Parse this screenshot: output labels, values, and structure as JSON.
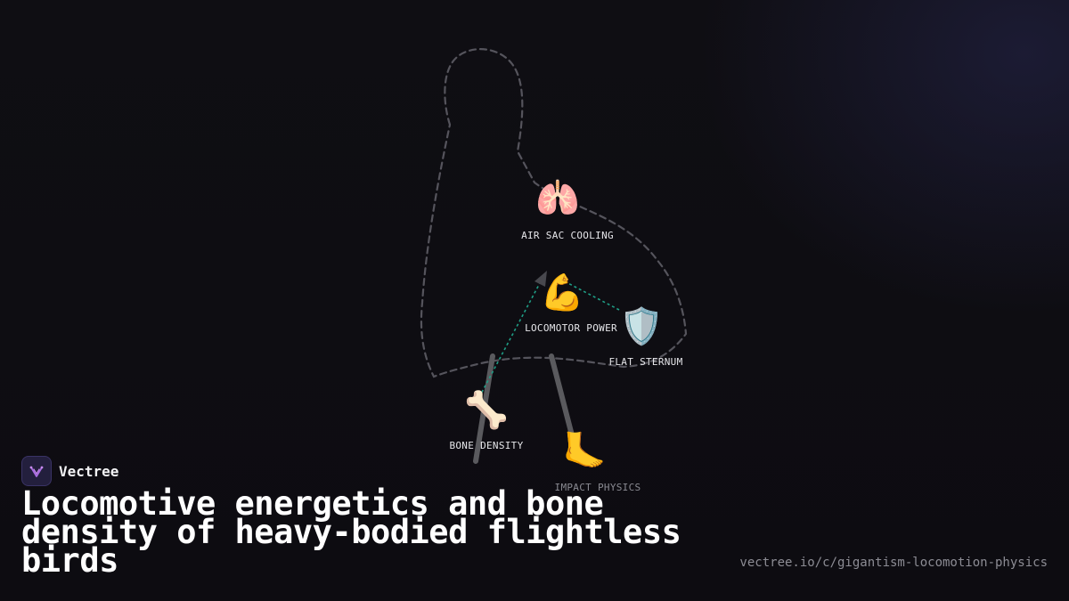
{
  "brand": {
    "name": "Vectree",
    "accent": "#a86be0"
  },
  "title": "Locomotive energetics and bone density of heavy-bodied flightless birds",
  "url": "vectree.io/c/gigantism-locomotion-physics",
  "diagram": {
    "nodes": [
      {
        "id": "air-sac",
        "icon": "🫁",
        "icon_name": "lungs-icon",
        "label": "AIR SAC COOLING"
      },
      {
        "id": "locomotor",
        "icon": "💪",
        "icon_name": "flexed-biceps-icon",
        "label": "LOCOMOTOR POWER"
      },
      {
        "id": "sternum",
        "icon": "🛡️",
        "icon_name": "shield-icon",
        "label": "FLAT STERNUM"
      },
      {
        "id": "bone",
        "icon": "🦴",
        "icon_name": "bone-icon",
        "label": "BONE DENSITY"
      },
      {
        "id": "impact",
        "icon": "🦶",
        "icon_name": "foot-icon",
        "label": "IMPACT PHYSICS"
      }
    ],
    "colors": {
      "outline": "#55545c",
      "legs": "#5a5a5e",
      "connector": "#1f9e86"
    }
  }
}
